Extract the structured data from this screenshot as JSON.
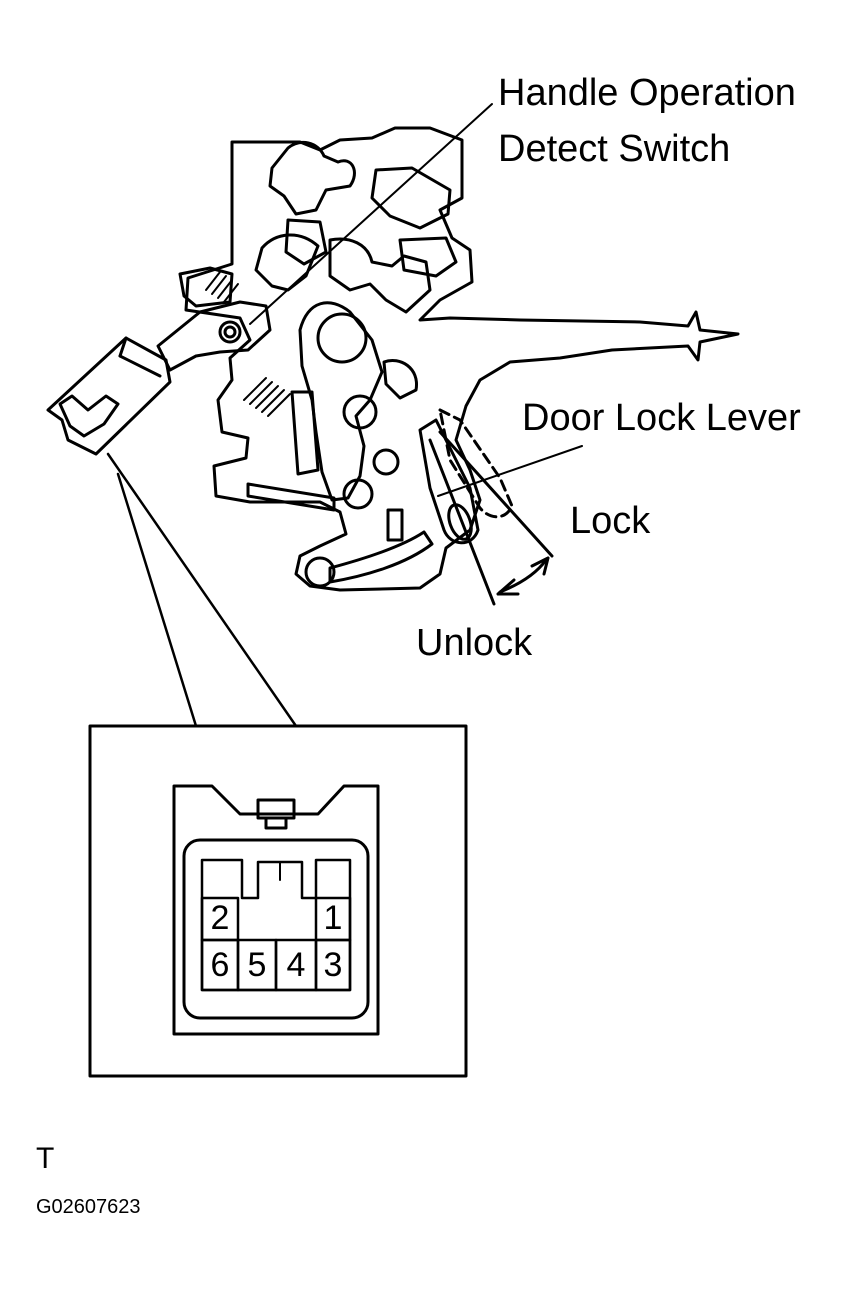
{
  "labels": {
    "switch_line1": "Handle Operation",
    "switch_line2": "Detect Switch",
    "lever": "Door Lock Lever",
    "lock": "Lock",
    "unlock": "Unlock",
    "corner_mark": "T",
    "figure_code": "G02607623"
  },
  "connector": {
    "pins_top": [
      "2",
      "1"
    ],
    "pins_bottom": [
      "6",
      "5",
      "4",
      "3"
    ]
  }
}
